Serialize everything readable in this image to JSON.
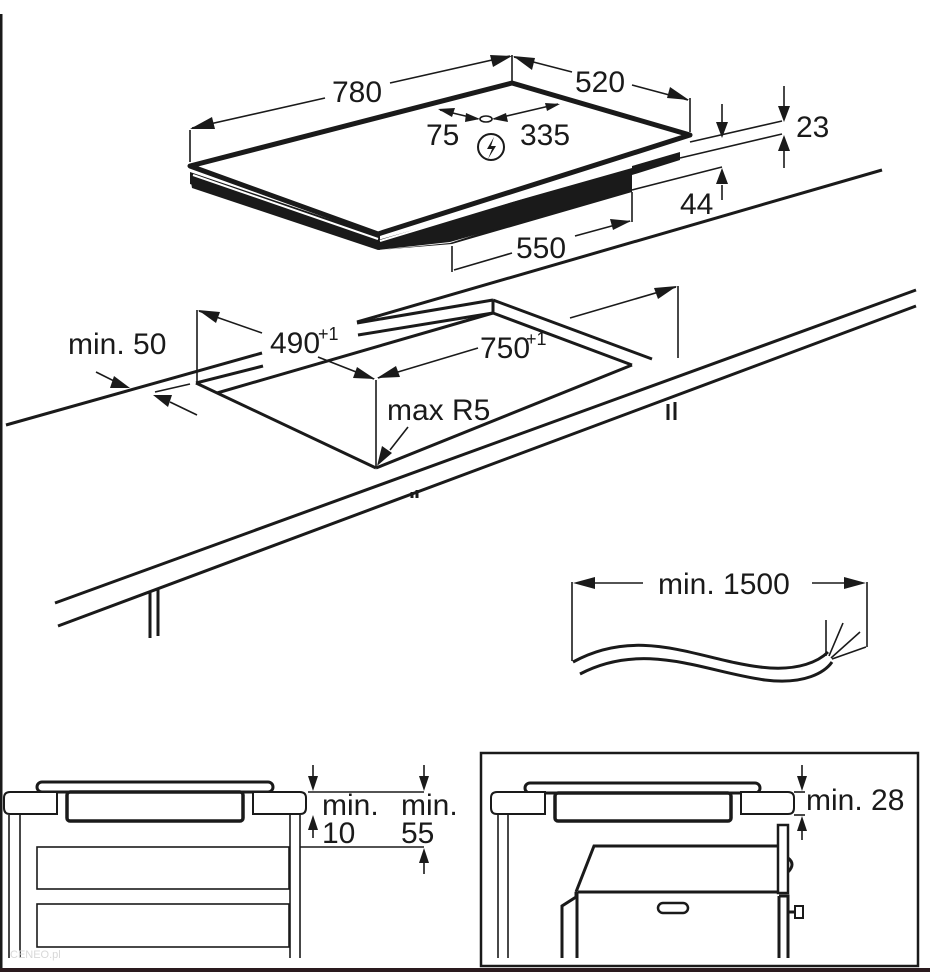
{
  "diagram": {
    "title": "Built-in hob installation dimensions",
    "colors": {
      "ink": "#1a1a1a",
      "background": "#ffffff",
      "frame": "#1a1a1a",
      "watermark": "#d8d8d8"
    },
    "hob_dimensions": {
      "width": "780",
      "depth": "520",
      "connection_left": "75",
      "connection_right": "335",
      "connection_icon": "electric-connection-icon",
      "glass_thickness": "23",
      "body_height": "44",
      "body_width": "550"
    },
    "cutout_dimensions": {
      "depth": "490",
      "depth_tolerance": "+1",
      "width": "750",
      "width_tolerance": "+1",
      "front_distance": "min. 50",
      "corner_radius": "max R5"
    },
    "cable": {
      "length": "min. 1500"
    },
    "drawer_clearance": {
      "label_a_line1": "min.",
      "label_a_line2": "10",
      "label_b_line1": "min.",
      "label_b_line2": "55"
    },
    "oven_clearance": {
      "label": "min. 28"
    },
    "watermark": "CENEO.pl"
  }
}
